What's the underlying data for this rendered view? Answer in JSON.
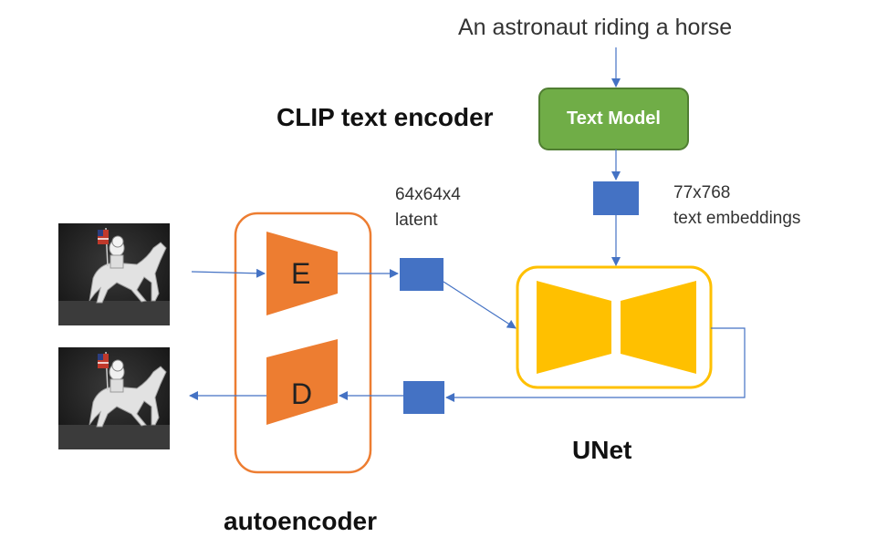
{
  "prompt": "An astronaut riding a horse",
  "text_model": {
    "label": "Text Model"
  },
  "clip_label": "CLIP text encoder",
  "latent": {
    "line1": "64x64x4",
    "line2": "latent"
  },
  "embeddings": {
    "line1": "77x768",
    "line2": "text embeddings"
  },
  "encoder_letter": "E",
  "decoder_letter": "D",
  "unet_label": "UNet",
  "autoencoder_label": "autoencoder",
  "colors": {
    "arrow": "#4472c4",
    "tensor": "#4472c4",
    "text_model": "#70ad47",
    "autoencoder": "#ed7d31",
    "unet": "#ffc000"
  }
}
